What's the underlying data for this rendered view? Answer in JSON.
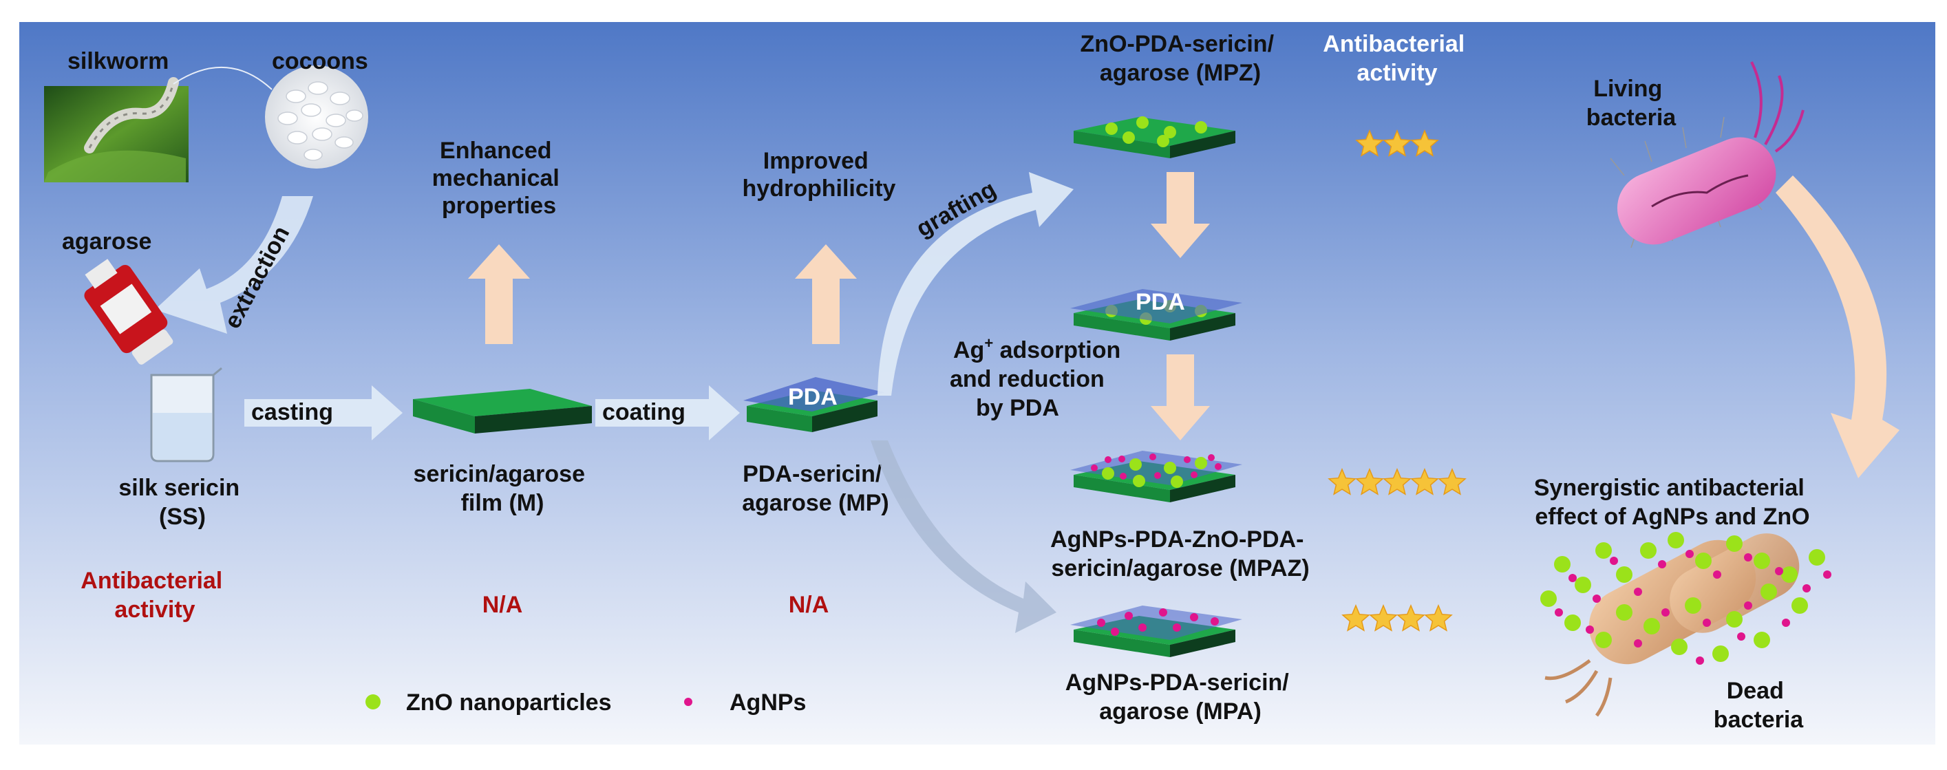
{
  "labels": {
    "silkworm": "silkworm",
    "cocoons": "cocoons",
    "agarose": "agarose",
    "extraction": "extraction",
    "casting": "casting",
    "coating": "coating",
    "grafting": "grafting",
    "silk_sericin": [
      "silk sericin",
      "(SS)"
    ],
    "m_film": [
      "sericin/agarose",
      "film (M)"
    ],
    "mp_film": [
      "PDA-sericin/",
      "agarose (MP)"
    ],
    "enhanced": [
      "Enhanced",
      "mechanical",
      "properties"
    ],
    "hydrophilicity": [
      "Improved",
      "hydrophilicity"
    ],
    "mpz": [
      "ZnO-PDA-sericin/",
      "agarose (MPZ)"
    ],
    "ag_adsorption": [
      "Ag",
      "+",
      " adsorption",
      "and reduction",
      "by PDA"
    ],
    "mpaz": [
      "AgNPs-PDA-ZnO-PDA-",
      "sericin/agarose (MPAZ)"
    ],
    "mpa": [
      "AgNPs-PDA-sericin/",
      "agarose (MPA)"
    ],
    "pda": "PDA",
    "antibacterial_header": [
      "Antibacterial",
      "activity"
    ],
    "antibacterial_left": [
      "Antibacterial",
      "activity"
    ],
    "na": "N/A",
    "living_bacteria": [
      "Living",
      "bacteria"
    ],
    "synergistic": [
      "Synergistic antibacterial",
      "effect of AgNPs and ZnO"
    ],
    "dead_bacteria": [
      "Dead",
      "bacteria"
    ],
    "legend_zno": "ZnO nanoparticles",
    "legend_ag": "AgNPs"
  },
  "ratings": {
    "mpz": 3,
    "mpaz": 5,
    "mpa": 4
  },
  "colors": {
    "film_green": "#1fa84a",
    "film_dark": "#0d3d1e",
    "zno": "#9be21a",
    "agnp": "#e0158c",
    "antibacterial_red": "#b01010",
    "star": "#f6c338",
    "arrow_light": "#f9d9bf",
    "arrow_blue": "#dce8f6"
  },
  "icons": {
    "silkworm": "silkworm-photo",
    "cocoons": "cocoon-pile",
    "agarose": "reagent-bottle",
    "beaker": "beaker",
    "bacteria_living": "rod-bacterium",
    "bacteria_dead": "damaged-bacterium"
  }
}
